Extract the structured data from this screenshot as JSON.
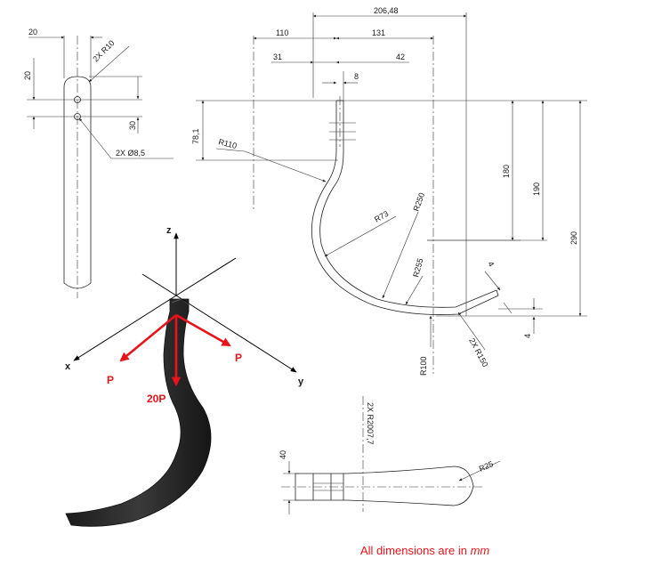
{
  "top_view": {
    "width": "20",
    "fillet": "2X  R10",
    "offset": "20",
    "spacing": "30",
    "holes": "2X  Ø8,5"
  },
  "side_view": {
    "overall_width": "206,48",
    "left_extent": "110",
    "right_extent": "131",
    "dim_31": "31",
    "dim_42": "42",
    "dim_8": "8",
    "dim_78": "78,1",
    "r110": "R110",
    "r73": "R73",
    "r250": "R250",
    "r255": "R255",
    "r100": "R100",
    "r150": "2X  R150",
    "h180": "180",
    "h190": "190",
    "h290": "290",
    "thk_4a": "4",
    "thk_4b": "4"
  },
  "loads": {
    "axis_x": "x",
    "axis_y": "y",
    "axis_z": "z",
    "load_left": "P",
    "load_right": "P",
    "load_down": "20P",
    "color": "#e8141b"
  },
  "bottom_view": {
    "height": "40",
    "radius_big": "2X  R2007,7",
    "radius_tip": "R25"
  },
  "note": {
    "text": "All dimensions are in ",
    "unit": "mm"
  }
}
